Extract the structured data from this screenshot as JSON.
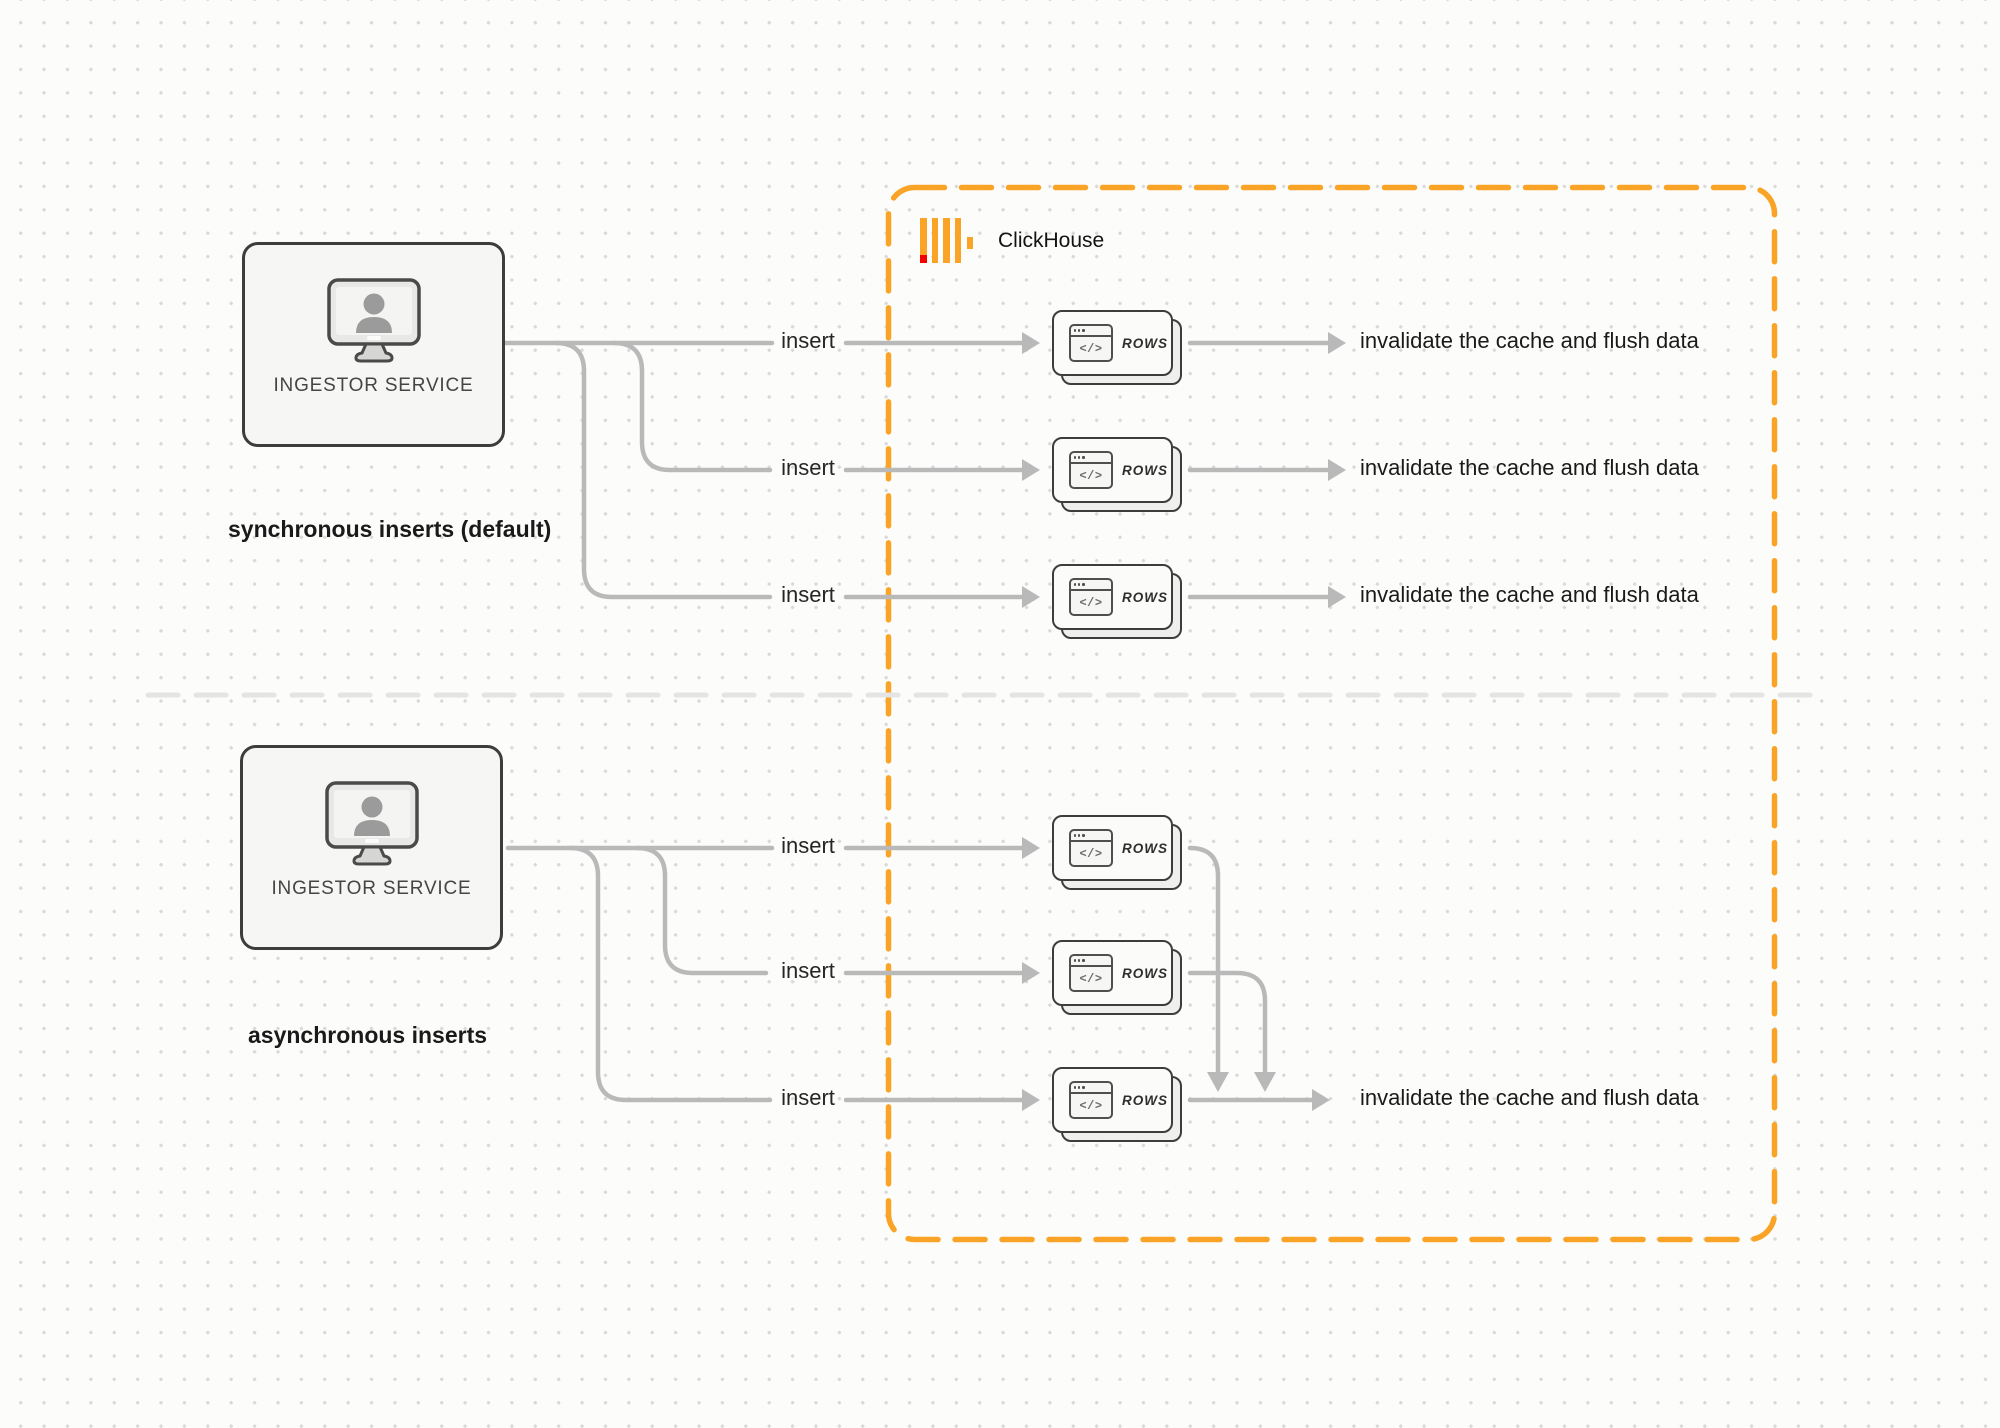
{
  "colors": {
    "accent": "#F9A426",
    "logo_red": "#F40000",
    "connector": "#b9b9b9",
    "divider": "#e4e4e4",
    "box_border": "#3d3d3d",
    "text": "#1a1a1a"
  },
  "clickhouse": {
    "label": "ClickHouse"
  },
  "glyphs": {
    "code": "</>"
  },
  "sync": {
    "caption": "synchronous inserts (default)",
    "service": "INGESTOR SERVICE",
    "inserts": [
      "insert",
      "insert",
      "insert"
    ],
    "rows": [
      "ROWS",
      "ROWS",
      "ROWS"
    ],
    "results": [
      "invalidate the cache and flush data",
      "invalidate the cache and flush data",
      "invalidate the cache and flush data"
    ]
  },
  "async": {
    "caption": "asynchronous inserts",
    "service": "INGESTOR SERVICE",
    "inserts": [
      "insert",
      "insert",
      "insert"
    ],
    "rows": [
      "ROWS",
      "ROWS",
      "ROWS"
    ],
    "result": "invalidate the cache and flush data"
  }
}
